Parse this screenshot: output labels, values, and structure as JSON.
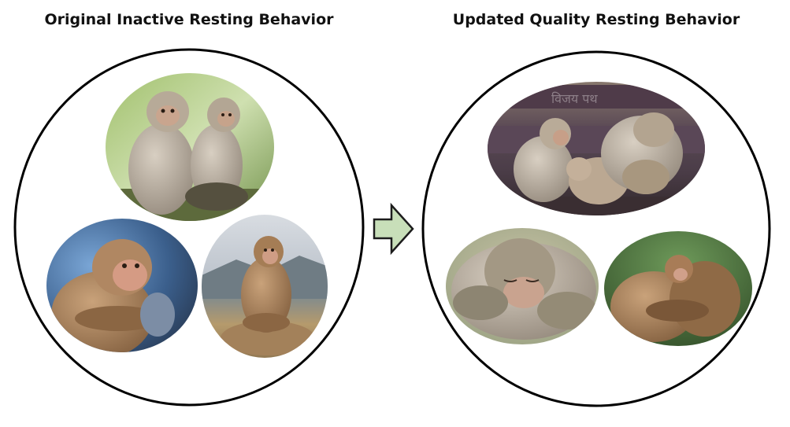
{
  "panels": {
    "left": {
      "title": "Original Inactive Resting Behavior",
      "photos": [
        "two macaques sitting upright, looking around",
        "rhesus macaque sitting with arms folded",
        "rhesus macaque sitting alone on a stump"
      ]
    },
    "right": {
      "title": "Updated Quality Resting Behavior",
      "photos": [
        "group of macaques huddled on a bench",
        "macaque sleeping with head on folded arms",
        "two macaques hugging while resting"
      ]
    }
  },
  "arrow": {
    "direction": "right",
    "color": "#c8dfb9"
  }
}
